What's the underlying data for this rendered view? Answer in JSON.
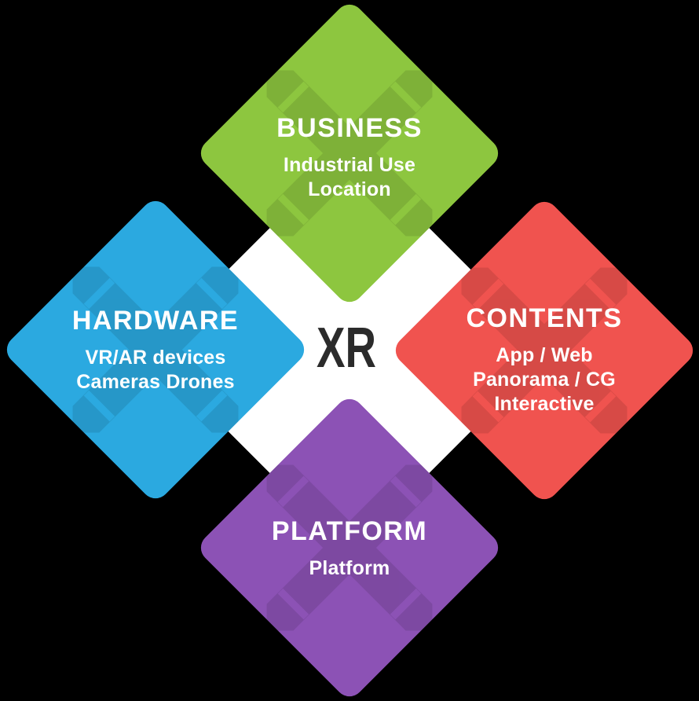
{
  "diagram": {
    "background_color": "#000000",
    "hub_color": "#FFFFFF",
    "text_color": "#FFFFFF",
    "center_label": "XR",
    "center_text_color": "#2B2B2B",
    "watermark_icon": "x-glyph",
    "nodes": [
      {
        "id": "business",
        "position": "top",
        "color": "#8DC63F",
        "title": "BUSINESS",
        "lines": [
          "Industrial Use",
          "Location"
        ]
      },
      {
        "id": "hardware",
        "position": "left",
        "color": "#2BA9E0",
        "title": "HARDWARE",
        "lines": [
          "VR/AR devices",
          "Cameras Drones"
        ]
      },
      {
        "id": "contents",
        "position": "right",
        "color": "#F0534F",
        "title": "CONTENTS",
        "lines": [
          "App / Web",
          "Panorama / CG",
          "Interactive"
        ]
      },
      {
        "id": "platform",
        "position": "bottom",
        "color": "#8C52B5",
        "title": "PLATFORM",
        "lines": [
          "Platform"
        ]
      }
    ]
  }
}
